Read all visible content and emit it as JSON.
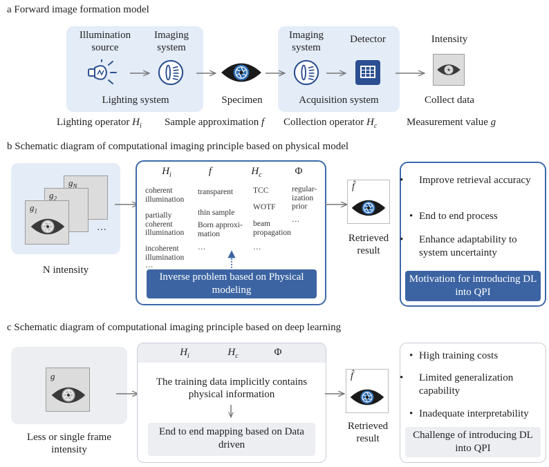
{
  "section_a": {
    "title": "a  Forward image formation model",
    "illumination_source": "Illumination source",
    "imaging_system_1": "Imaging system",
    "lighting_system": "Lighting system",
    "specimen": "Specimen",
    "imaging_system_2": "Imaging system",
    "detector": "Detector",
    "acquisition_system": "Acquisition system",
    "intensity": "Intensity",
    "collect_data": "Collect data",
    "lighting_operator": "Lighting operator",
    "lighting_operator_sym": "H",
    "lighting_operator_sub": "i",
    "sample_approximation": "Sample approximation",
    "sample_approximation_sym": "f",
    "collection_operator": "Collection operator",
    "collection_operator_sym": "H",
    "collection_operator_sub": "c",
    "measurement_value": "Measurement value",
    "measurement_value_sym": "g"
  },
  "section_b": {
    "title": "b  Schematic diagram of computational imaging principle based on physical model",
    "frame_labels": [
      "g",
      "g",
      "g"
    ],
    "frame_subs": [
      "1",
      "2",
      "N"
    ],
    "frames_ellipsis": "…",
    "n_intensity": "N intensity",
    "headers": [
      "H",
      "f",
      "H",
      "Φ"
    ],
    "header_subs": [
      "i",
      "",
      "c",
      ""
    ],
    "col_hi": [
      "coherent illumination",
      "partially coherent illumination",
      "incoherent illumination",
      "…"
    ],
    "col_f": [
      "transparent",
      "thin sample",
      "Born approxi-mation",
      "…"
    ],
    "col_hc": [
      "TCC",
      "WOTF",
      "beam propagation",
      "…"
    ],
    "col_phi": [
      "regular-ization prior",
      "…"
    ],
    "inverse_problem": "Inverse problem based on Physical modeling",
    "retrieved_symbol": "f̂",
    "retrieved_result": "Retrieved result",
    "bullets": [
      "Improve retrieval accuracy",
      "End to end process",
      "Enhance adaptability to system uncertainty"
    ],
    "motivation": "Motivation for introducing DL into QPI"
  },
  "section_c": {
    "title": "c  Schematic diagram of computational imaging principle based on deep learning",
    "frame_label": "g",
    "less_single": "Less or single frame intensity",
    "headers": [
      "H",
      "H",
      "Φ"
    ],
    "header_subs": [
      "i",
      "c",
      ""
    ],
    "training_text": "The training data implicitly contains physical information",
    "end_to_end": "End to end mapping based on Data driven",
    "retrieved_symbol": "f̂",
    "retrieved_result": "Retrieved result",
    "bullets": [
      "High training costs",
      "Limited generalization capability",
      "Inadequate interpretability"
    ],
    "challenge": "Challenge of introducing DL into QPI"
  },
  "colors": {
    "accent_blue": "#3c64a2",
    "light_blue_panel": "#e4ecf7",
    "grey_panel": "#eceef2",
    "eye_blue": "#2f6fb5"
  },
  "icons": [
    "lightbulb-icon",
    "lens-icon",
    "eye-icon",
    "detector-chip-icon",
    "camera-eye-icon"
  ]
}
